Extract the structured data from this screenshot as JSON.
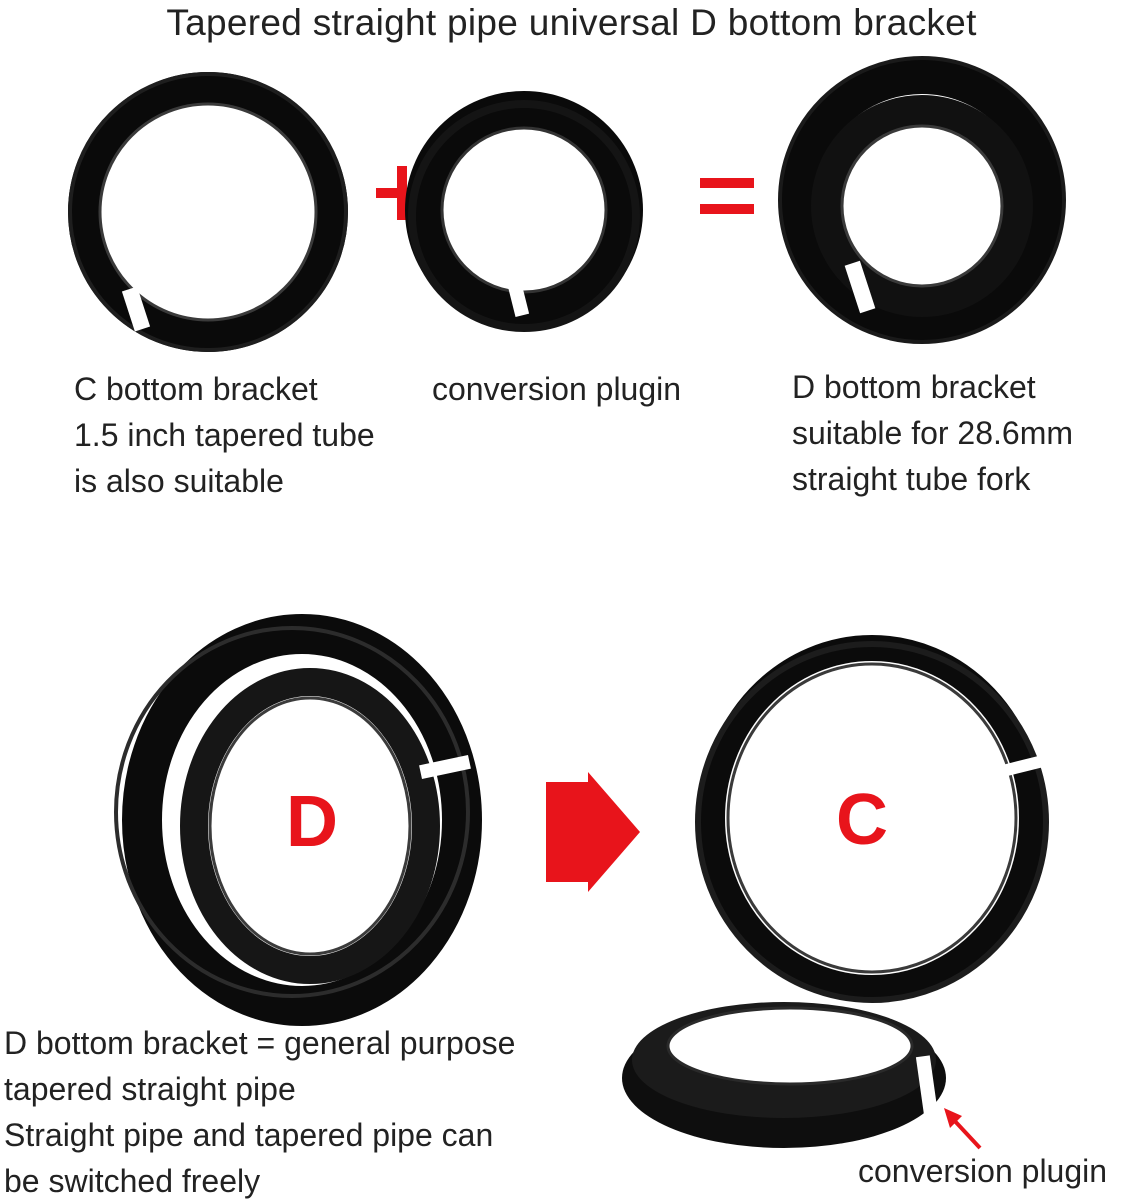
{
  "title": "Tapered straight pipe universal D bottom bracket",
  "top_row": {
    "operators": {
      "plus": "+",
      "equals": "="
    },
    "captions": {
      "c_bracket": [
        "C bottom bracket",
        "1.5 inch tapered tube",
        "is also suitable"
      ],
      "plugin": [
        "conversion plugin"
      ],
      "d_bracket": [
        "D bottom bracket",
        "suitable for 28.6mm",
        "straight tube fork"
      ]
    }
  },
  "bottom_row": {
    "letters": {
      "d": "D",
      "c": "C"
    },
    "description": [
      "D bottom bracket = general purpose",
      "tapered straight pipe",
      "Straight pipe and tapered pipe can",
      "be switched freely"
    ],
    "plugin_label": "conversion plugin"
  },
  "colors": {
    "accent_red": "#e8141b",
    "ring_black": "#0d0d0d",
    "text": "#222222"
  }
}
